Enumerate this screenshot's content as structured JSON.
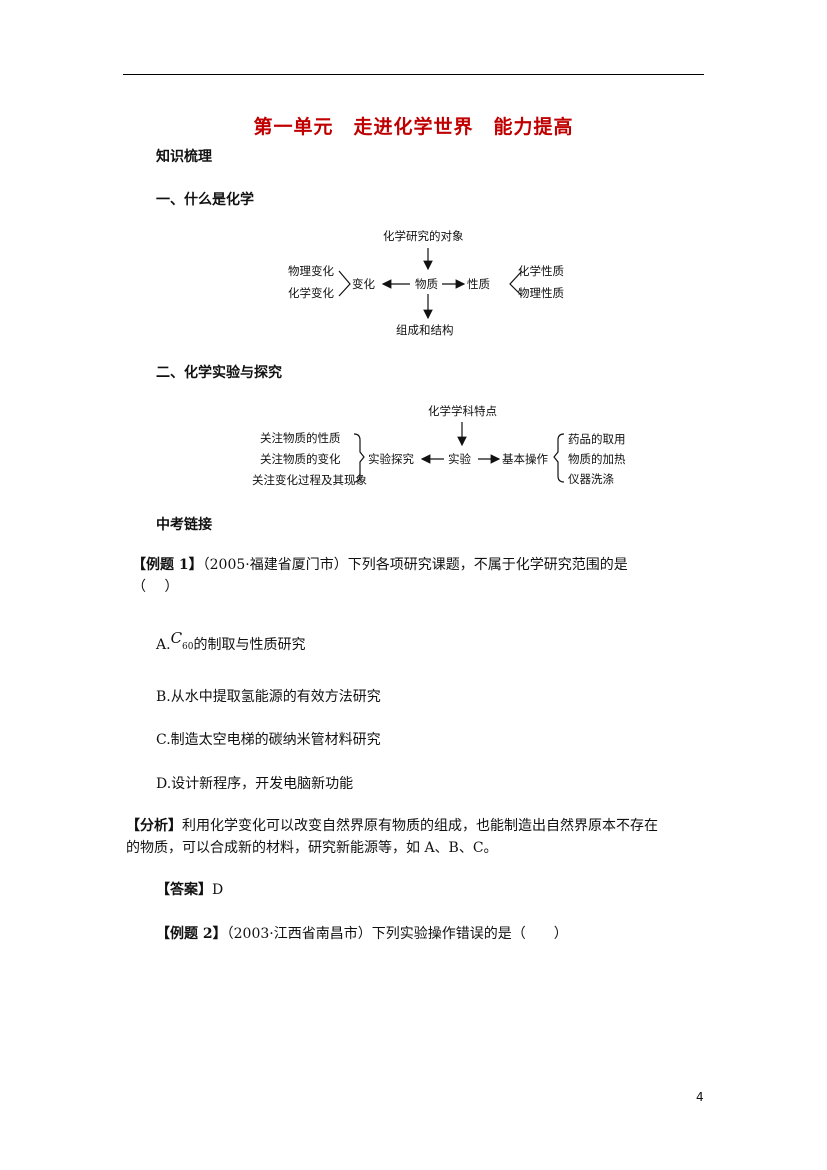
{
  "title": "第一单元　走进化学世界　能力提高",
  "section_knowledge": "知识梳理",
  "section1": "一、什么是化学",
  "diagram1": {
    "top": "化学研究的对象",
    "center": "物质",
    "left": "变化",
    "right": "性质",
    "bottom": "组成和结构",
    "left_items": [
      "物理变化",
      "化学变化"
    ],
    "right_items": [
      "化学性质",
      "物理性质"
    ]
  },
  "section2": "二、化学实验与探究",
  "diagram2": {
    "top": "化学学科特点",
    "center": "实验",
    "left": "实验探究",
    "right": "基本操作",
    "left_items": [
      "关注物质的性质",
      "关注物质的变化",
      "关注变化过程及其现象"
    ],
    "right_items": [
      "药品的取用",
      "物质的加热",
      "仪器洗涤"
    ]
  },
  "section_exam": "中考链接",
  "example1": {
    "label": "【例题 1】",
    "text_line1": "（2005·福建省厦门市）下列各项研究课题，不属于化学研究范围的是",
    "text_line2": "（　 ）"
  },
  "options": {
    "a_prefix": "A.",
    "a_formula": "C",
    "a_sub": "60",
    "a_text": "的制取与性质研究",
    "b": "B.从水中提取氢能源的有效方法研究",
    "c": "C.制造太空电梯的碳纳米管材料研究",
    "d": "D.设计新程序，开发电脑新功能"
  },
  "analysis": {
    "label": "【分析】",
    "line1": "利用化学变化可以改变自然界原有物质的组成，也能制造出自然界原本不存在",
    "line2": "的物质，可以合成新的材料，研究新能源等，如 A、B、C。"
  },
  "answer": {
    "label": "【答案】",
    "value": "D"
  },
  "example2": {
    "label": "【例题 2】",
    "text": "（2003·江西省南昌市）下列实验操作错误的是（　　）"
  },
  "page_number": "4"
}
